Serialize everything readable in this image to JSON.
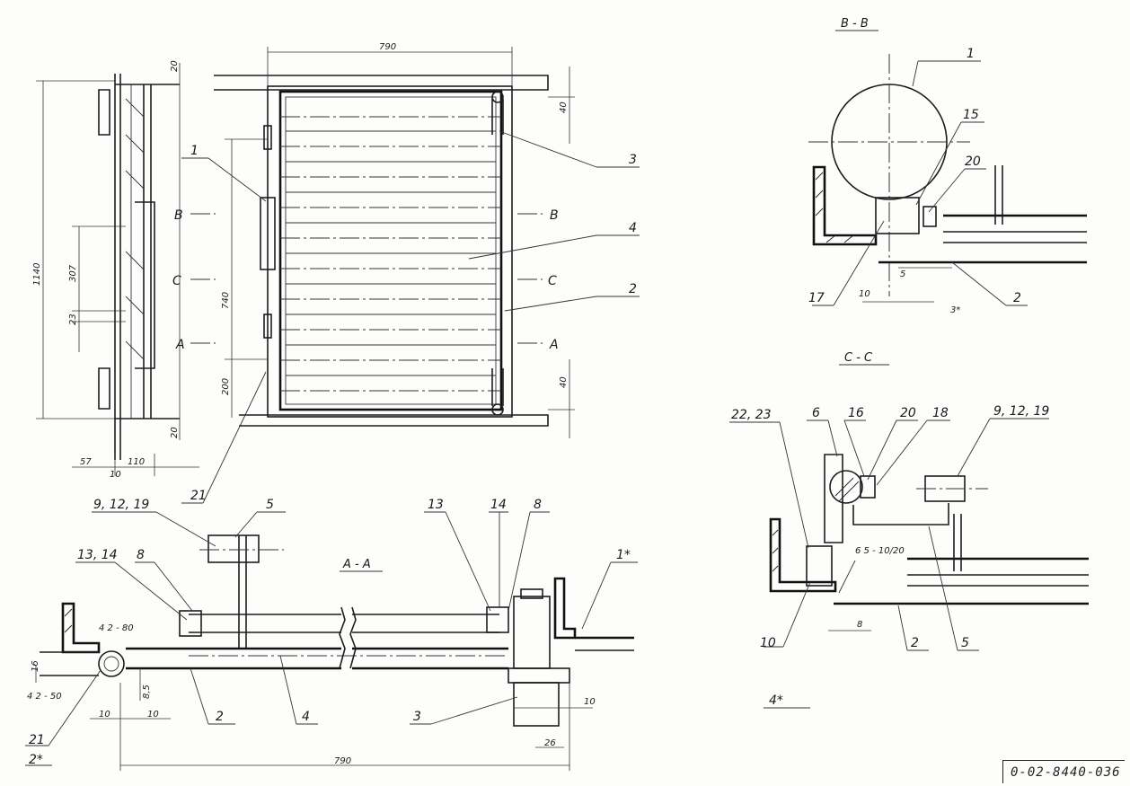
{
  "drawing": {
    "doc_code": "0-02-8440-036",
    "sections": {
      "bb": "B - B",
      "cc": "C - C",
      "aa": "A - A"
    },
    "cut_marks": {
      "b_left": "B",
      "b_right": "B",
      "c_left": "C",
      "c_right": "C",
      "a_left": "A",
      "a_right": "A"
    },
    "front_view": {
      "width_top": "790",
      "dim_40_top": "40",
      "dim_40_bottom": "40",
      "dim_740": "740",
      "dim_200": "200",
      "callouts": [
        "1",
        "3",
        "4",
        "2",
        "21"
      ]
    },
    "side_view": {
      "dim_20_top": "20",
      "dim_20_bottom": "20",
      "dim_1140": "1140",
      "dim_307": "307",
      "dim_23": "23",
      "dim_57": "57",
      "dim_10": "10",
      "dim_110": "110"
    },
    "section_bb": {
      "callouts": [
        "1",
        "15",
        "20",
        "17",
        "2"
      ],
      "dim_5": "5",
      "dim_10": "10",
      "note_3": "3*"
    },
    "section_cc": {
      "callouts": [
        "22, 23",
        "6",
        "16",
        "20",
        "18",
        "9, 12, 19",
        "10",
        "2",
        "5"
      ],
      "weld_note": "6 5 - 10/20",
      "dim_8": "8",
      "note_4": "4*"
    },
    "section_aa": {
      "callouts_left": [
        "9, 12, 19",
        "5",
        "13, 14",
        "8"
      ],
      "callouts_right": [
        "13",
        "14",
        "8",
        "1*"
      ],
      "weld_1": "4 2 - 80",
      "weld_2": "4 2 - 50",
      "dim_16": "16",
      "dim_85": "8,5",
      "dim_10a": "10",
      "dim_10b": "10",
      "dim_10c": "10",
      "dim_26": "26",
      "dim_790": "790",
      "bottom_callouts": [
        "2",
        "4",
        "3"
      ],
      "note_21": "21",
      "note_2": "2*"
    }
  }
}
